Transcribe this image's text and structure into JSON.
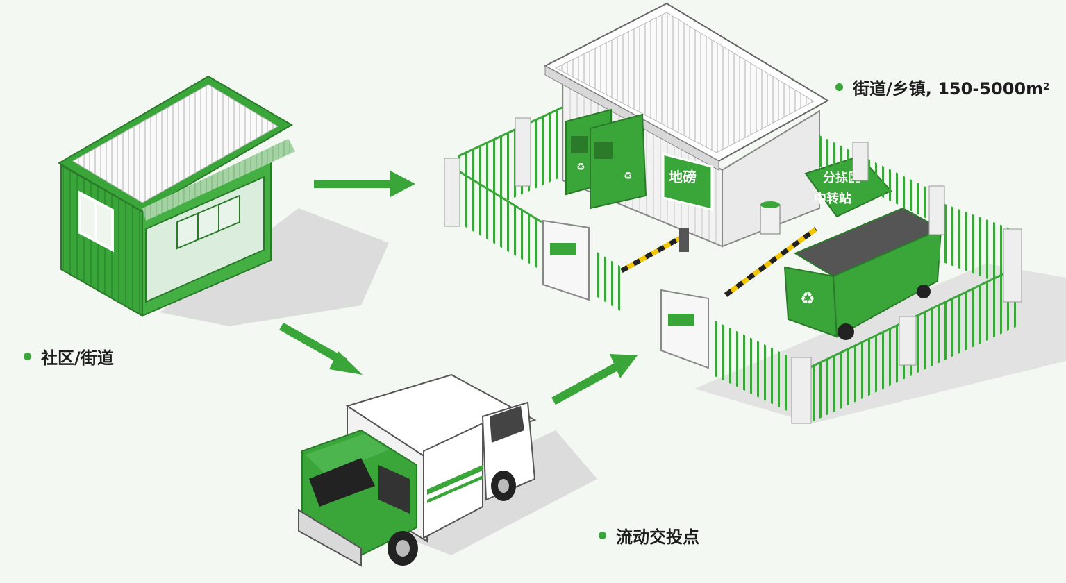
{
  "colors": {
    "green": "#3aa63a",
    "dark_green": "#2a8a2e",
    "light_green": "#7ac76a"
  },
  "labels": {
    "community_street": "社区/街道",
    "street_town": "街道/乡镇, 150-5000m",
    "street_town_sup": "2",
    "mobile_point": "流动交投点"
  },
  "station": {
    "weighbridge_sign": "地磅",
    "sorting_sign_line1": "分拣区",
    "sorting_sign_line2": "中转站"
  },
  "icons": [
    "recycle-icon",
    "arrow-right-icon",
    "arrow-down-right-icon",
    "arrow-up-right-icon"
  ]
}
